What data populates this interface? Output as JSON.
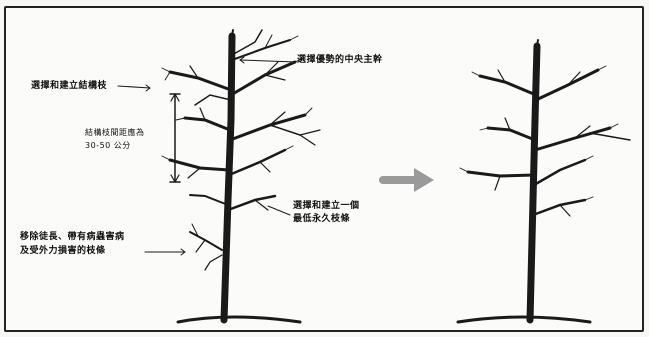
{
  "diagram": {
    "labels": {
      "leader": "選擇優勢的中央主幹",
      "scaffold": "選擇和建立結構枝",
      "spacing_line1": "結構枝間距應為",
      "spacing_line2": "30-50 公分",
      "permanent_line1": "選擇和建立一個",
      "permanent_line2": "最低永久枝條",
      "remove_line1": "移除徒長、帶有病蟲害病",
      "remove_line2": "及受外力損害的枝條"
    },
    "colors": {
      "ink": "#1a1a1a",
      "arrow": "#9a9a9a",
      "ground": "#2a2a2a"
    }
  }
}
